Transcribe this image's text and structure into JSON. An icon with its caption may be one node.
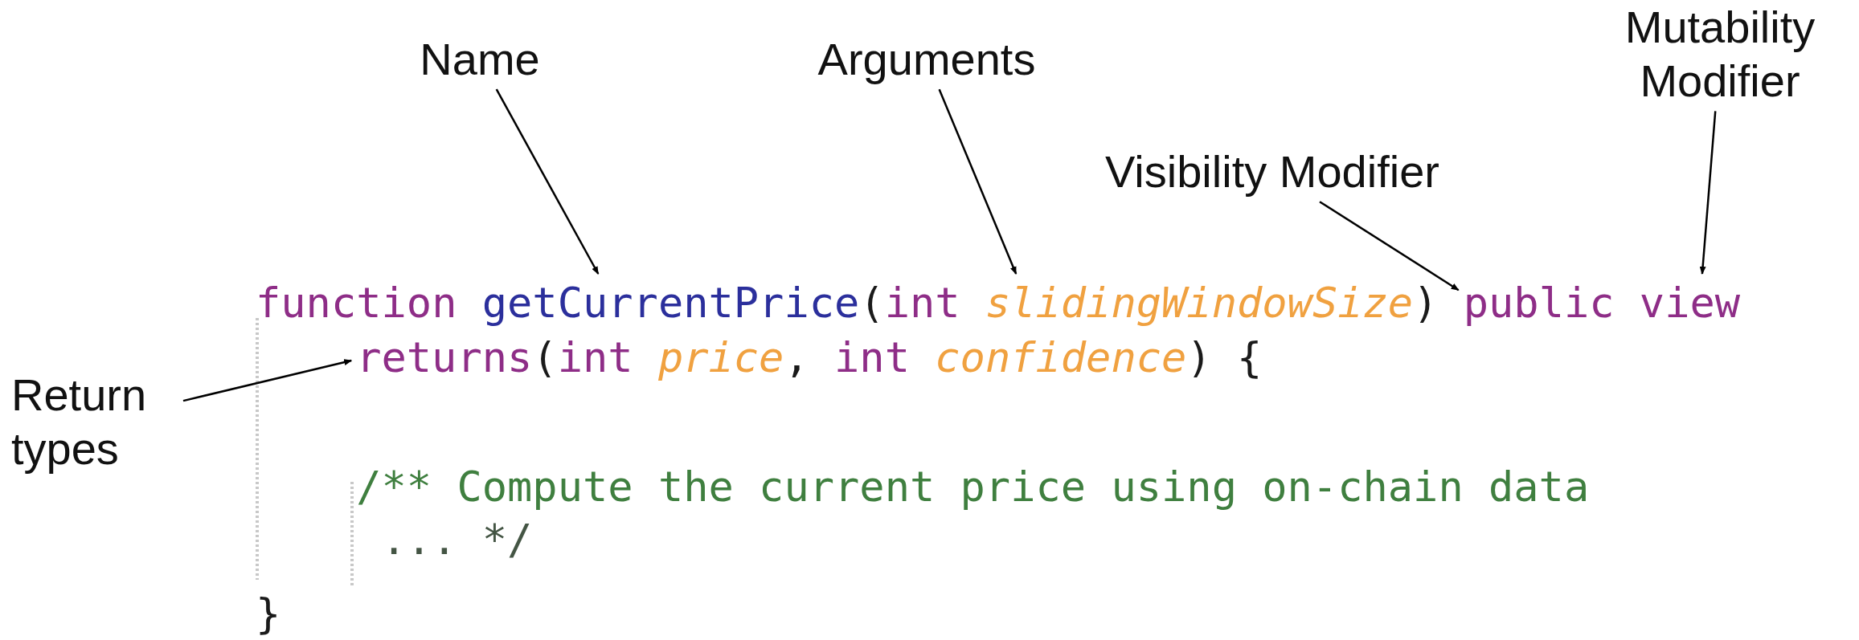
{
  "diagram": {
    "nodes": [
      {
        "text": [
          "Name"
        ]
      },
      {
        "text": [
          "Arguments"
        ]
      },
      {
        "text": [
          "Mutability Modifier"
        ]
      },
      {
        "text": [
          "Visibility Modifier"
        ]
      },
      {
        "text": [
          "getCurrentPrice"
        ]
      },
      {
        "text": [
          "slidingWindowSize"
        ]
      },
      {
        "text": [
          "public"
        ]
      },
      {
        "text": [
          "view"
        ]
      },
      {
        "text": [
          "Return types"
        ]
      },
      {
        "text": [
          "returns"
        ]
      }
    ],
    "edges": [
      {
        "from": 0,
        "to": 4,
        "arrow": "to"
      },
      {
        "from": 1,
        "to": 5,
        "arrow": "to"
      },
      {
        "from": 2,
        "to": 7,
        "arrow": "to"
      },
      {
        "from": 3,
        "to": 6,
        "arrow": "to"
      },
      {
        "from": 8,
        "to": 9,
        "arrow": "to"
      }
    ],
    "labels": [
      "function",
      "(",
      "int",
      ")",
      "(",
      "int",
      "price",
      ",",
      "int",
      "confidence",
      ")",
      "{",
      "/** Compute the current price using on-chain data",
      "... */",
      "}"
    ]
  }
}
